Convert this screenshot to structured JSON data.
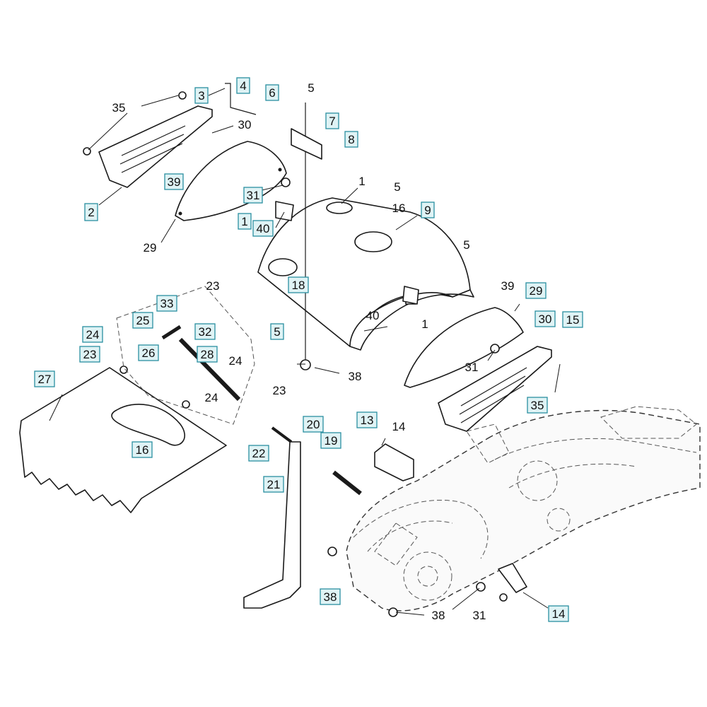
{
  "diagram": {
    "accent": "#2a8fa0",
    "box_fill": "#dff3f5",
    "callouts": [
      {
        "id": "c35a",
        "label": "35",
        "boxed": false
      },
      {
        "id": "c3",
        "label": "3",
        "boxed": true
      },
      {
        "id": "c4",
        "label": "4",
        "boxed": true
      },
      {
        "id": "c6",
        "label": "6",
        "boxed": true
      },
      {
        "id": "c5a",
        "label": "5",
        "boxed": false
      },
      {
        "id": "c30a",
        "label": "30",
        "boxed": false
      },
      {
        "id": "c7",
        "label": "7",
        "boxed": true
      },
      {
        "id": "c8",
        "label": "8",
        "boxed": true
      },
      {
        "id": "c39a",
        "label": "39",
        "boxed": true
      },
      {
        "id": "c31a",
        "label": "31",
        "boxed": true
      },
      {
        "id": "c1a",
        "label": "1",
        "boxed": false
      },
      {
        "id": "c5b",
        "label": "5",
        "boxed": false
      },
      {
        "id": "c2",
        "label": "2",
        "boxed": true
      },
      {
        "id": "c16a",
        "label": "16",
        "boxed": false
      },
      {
        "id": "c9",
        "label": "9",
        "boxed": true
      },
      {
        "id": "c1b",
        "label": "1",
        "boxed": true
      },
      {
        "id": "c40a",
        "label": "40",
        "boxed": true
      },
      {
        "id": "c29a",
        "label": "29",
        "boxed": false
      },
      {
        "id": "c5c",
        "label": "5",
        "boxed": false
      },
      {
        "id": "c18",
        "label": "18",
        "boxed": true
      },
      {
        "id": "c39b",
        "label": "39",
        "boxed": false
      },
      {
        "id": "c29b",
        "label": "29",
        "boxed": true
      },
      {
        "id": "c23a",
        "label": "23",
        "boxed": false
      },
      {
        "id": "c33",
        "label": "33",
        "boxed": true
      },
      {
        "id": "c40b",
        "label": "40",
        "boxed": false
      },
      {
        "id": "c1c",
        "label": "1",
        "boxed": false
      },
      {
        "id": "c30b",
        "label": "30",
        "boxed": true
      },
      {
        "id": "c15",
        "label": "15",
        "boxed": true
      },
      {
        "id": "c25",
        "label": "25",
        "boxed": true
      },
      {
        "id": "c32",
        "label": "32",
        "boxed": true
      },
      {
        "id": "c5d",
        "label": "5",
        "boxed": true
      },
      {
        "id": "c24a",
        "label": "24",
        "boxed": true
      },
      {
        "id": "c23b",
        "label": "23",
        "boxed": true
      },
      {
        "id": "c26",
        "label": "26",
        "boxed": true
      },
      {
        "id": "c28",
        "label": "28",
        "boxed": true
      },
      {
        "id": "c24b",
        "label": "24",
        "boxed": false
      },
      {
        "id": "c31b",
        "label": "31",
        "boxed": false
      },
      {
        "id": "c38a",
        "label": "38",
        "boxed": false
      },
      {
        "id": "c27",
        "label": "27",
        "boxed": true
      },
      {
        "id": "c23c",
        "label": "23",
        "boxed": false
      },
      {
        "id": "c24c",
        "label": "24",
        "boxed": false
      },
      {
        "id": "c35b",
        "label": "35",
        "boxed": true
      },
      {
        "id": "c20",
        "label": "20",
        "boxed": true
      },
      {
        "id": "c19",
        "label": "19",
        "boxed": true
      },
      {
        "id": "c13",
        "label": "13",
        "boxed": true
      },
      {
        "id": "c14a",
        "label": "14",
        "boxed": false
      },
      {
        "id": "c22",
        "label": "22",
        "boxed": true
      },
      {
        "id": "c16b",
        "label": "16",
        "boxed": true
      },
      {
        "id": "c21",
        "label": "21",
        "boxed": true
      },
      {
        "id": "c38b",
        "label": "38",
        "boxed": true
      },
      {
        "id": "c38c",
        "label": "38",
        "boxed": false
      },
      {
        "id": "c31c",
        "label": "31",
        "boxed": false
      },
      {
        "id": "c14b",
        "label": "14",
        "boxed": true
      }
    ]
  }
}
